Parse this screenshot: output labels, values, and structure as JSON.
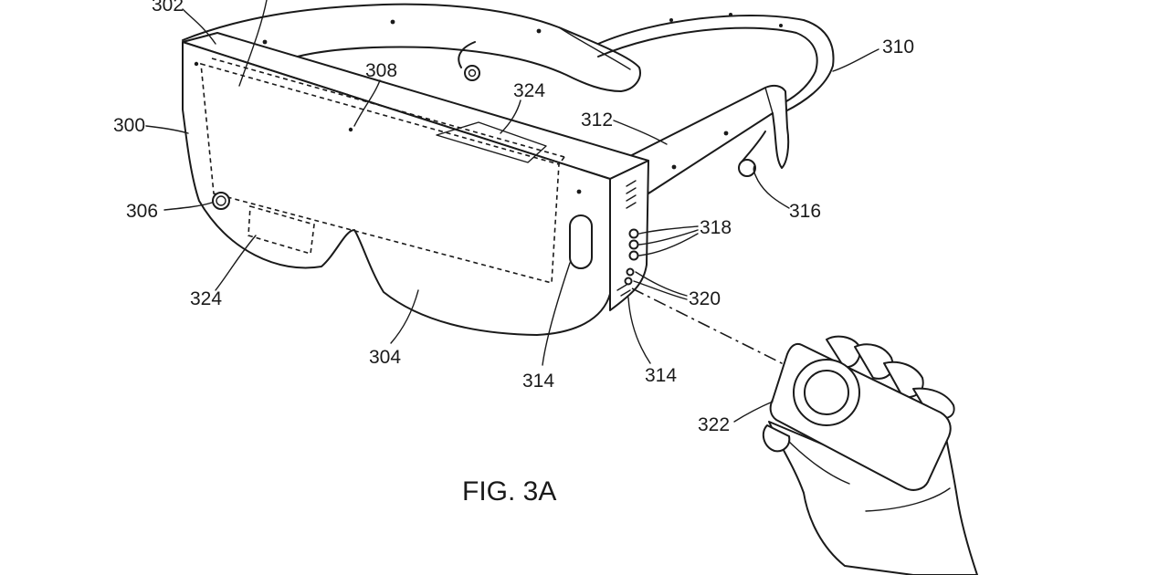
{
  "figure": {
    "caption": "FIG. 3A",
    "labels": {
      "l300": "300",
      "l302": "302",
      "l304": "304",
      "l306": "306",
      "l308": "308",
      "l310": "310",
      "l312": "312",
      "l314a": "314",
      "l314b": "314",
      "l316": "316",
      "l318": "318",
      "l320": "320",
      "l322": "322",
      "l324a": "324",
      "l324b": "324"
    }
  }
}
